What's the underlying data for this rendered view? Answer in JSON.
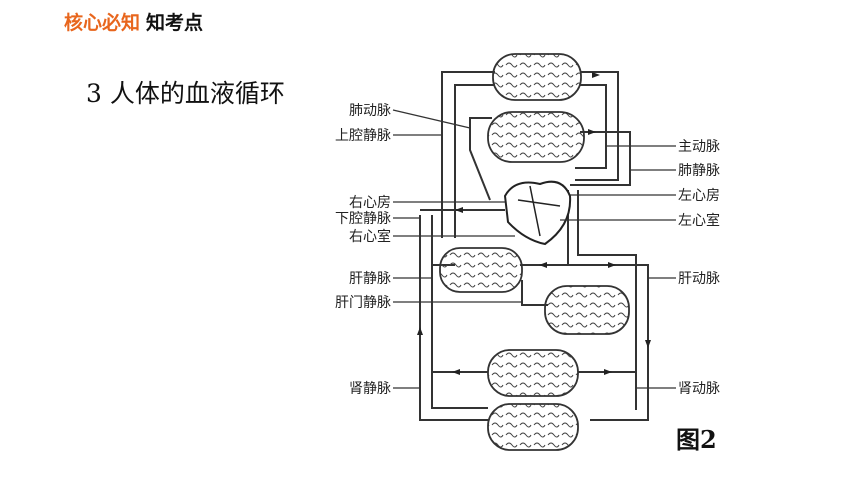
{
  "header": {
    "tag": "核心必知",
    "title": "知考点"
  },
  "section": {
    "title": "3  人体的血液循环"
  },
  "figure": {
    "label": "图2"
  },
  "labels": {
    "pulmonary_artery": "肺动脉",
    "superior_vena_cava": "上腔静脉",
    "right_atrium": "右心房",
    "inferior_vena_cava": "下腔静脉",
    "right_ventricle": "右心室",
    "hepatic_vein": "肝静脉",
    "hepatic_portal_vein": "肝门静脉",
    "renal_vein": "肾静脉",
    "aorta": "主动脉",
    "pulmonary_vein": "肺静脉",
    "left_atrium": "左心房",
    "left_ventricle": "左心室",
    "hepatic_artery": "肝动脉",
    "renal_artery": "肾动脉"
  }
}
